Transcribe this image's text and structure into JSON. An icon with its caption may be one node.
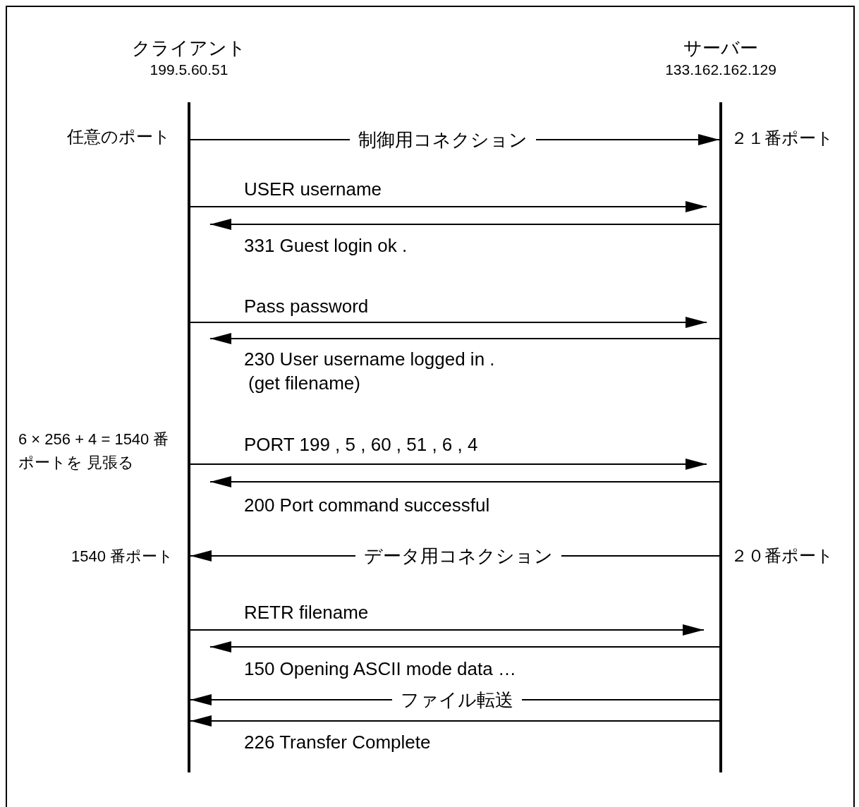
{
  "diagram": {
    "nodes": [
      {
        "text": [
          "クライアント",
          "199.5.60.51"
        ]
      },
      {
        "text": [
          "サーバー",
          "133.162.162.129"
        ]
      }
    ],
    "edges": [
      {
        "from": 0,
        "to": 1,
        "arrow": "to",
        "label": "制御用コネクション"
      },
      {
        "from": 0,
        "to": 1,
        "arrow": "to",
        "label": "USER username"
      },
      {
        "from": 1,
        "to": 0,
        "arrow": "to",
        "label": "331 Guest login ok ."
      },
      {
        "from": 0,
        "to": 1,
        "arrow": "to",
        "label": "Pass password"
      },
      {
        "from": 1,
        "to": 0,
        "arrow": "to",
        "label": "230 User username logged in ."
      },
      {
        "from": 0,
        "to": 1,
        "arrow": "to",
        "label": "PORT 199 , 5 , 60 , 51 , 6 , 4"
      },
      {
        "from": 1,
        "to": 0,
        "arrow": "to",
        "label": "200 Port command successful"
      },
      {
        "from": 1,
        "to": 0,
        "arrow": "to",
        "label": "データ用コネクション"
      },
      {
        "from": 0,
        "to": 1,
        "arrow": "to",
        "label": "RETR filename"
      },
      {
        "from": 1,
        "to": 0,
        "arrow": "to",
        "label": "150 Opening ASCII mode data …"
      },
      {
        "from": 1,
        "to": 0,
        "arrow": "to",
        "label": "ファイル転送"
      },
      {
        "from": 1,
        "to": 0,
        "arrow": "to",
        "label": "226 Transfer Complete"
      }
    ],
    "labels": [
      "任意のポート",
      "２１番ポート",
      "(get filename)",
      "6 × 256 + 4 = 1540 番ポートを 見張る",
      "1540 番ポート",
      "２０番ポート"
    ]
  }
}
